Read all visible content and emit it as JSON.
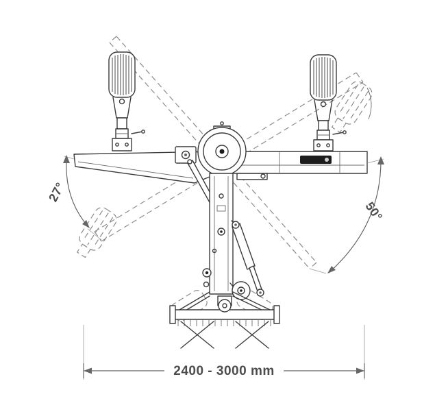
{
  "diagram": {
    "type": "technical-line-drawing",
    "subject": "folding-wing implement front view with swivel wheels and angle/width dimensions",
    "labels": {
      "left_angle": "27°",
      "right_angle": "50°",
      "width_range": "2400 - 3000 mm"
    },
    "colors": {
      "line": "#3b3b3b",
      "dashed": "#8c8c8c",
      "dimension": "#666666",
      "label_text": "#4c4c4c",
      "background": "#ffffff"
    }
  }
}
